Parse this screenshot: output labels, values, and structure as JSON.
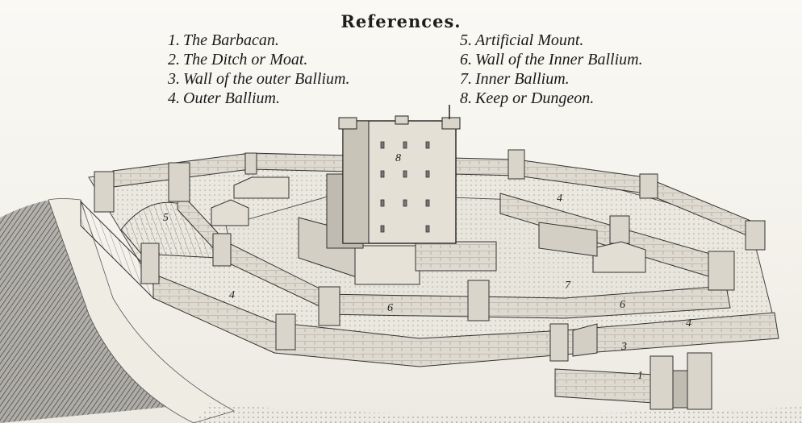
{
  "title": "References.",
  "references_left": [
    {
      "num": "1.",
      "text": "The Barbacan."
    },
    {
      "num": "2.",
      "text": "The Ditch or Moat."
    },
    {
      "num": "3.",
      "text": "Wall of the outer Ballium."
    },
    {
      "num": "4.",
      "text": "Outer Ballium."
    }
  ],
  "references_right": [
    {
      "num": "5.",
      "text": "Artificial Mount."
    },
    {
      "num": "6.",
      "text": "Wall of the Inner Ballium."
    },
    {
      "num": "7.",
      "text": "Inner Ballium."
    },
    {
      "num": "8.",
      "text": "Keep or Dungeon."
    }
  ],
  "map_labels": {
    "barbacan": "1",
    "outer_wall": "3",
    "outer_ballium_a": "4",
    "outer_ballium_b": "4",
    "outer_ballium_c": "4",
    "mount": "5",
    "inner_wall_a": "6",
    "inner_wall_b": "6",
    "inner_ballium": "7",
    "keep": "8"
  },
  "colors": {
    "ink": "#2a2a2a",
    "paper": "#f4f2ec",
    "shade": "#6e6b63"
  }
}
